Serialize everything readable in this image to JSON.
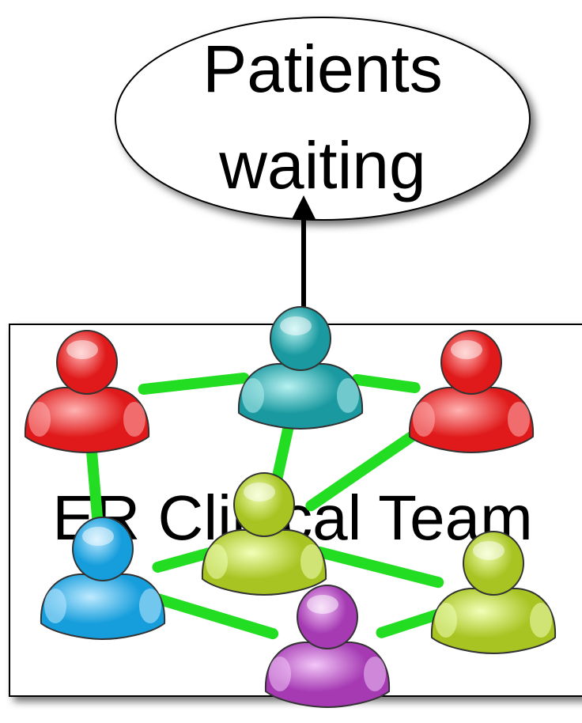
{
  "bubble": {
    "line1": "Patients",
    "line2": "waiting"
  },
  "team_box": {
    "label": "ER Clinical Team"
  },
  "people": [
    {
      "id": "red-left",
      "color": "#e01a1a",
      "light": "#ffb3b3"
    },
    {
      "id": "teal-top",
      "color": "#1a9aa0",
      "light": "#b8f1f1"
    },
    {
      "id": "red-right",
      "color": "#e01a1a",
      "light": "#ffb3b3"
    },
    {
      "id": "green-center",
      "color": "#a7c422",
      "light": "#f1ffb8"
    },
    {
      "id": "blue-left",
      "color": "#159ddc",
      "light": "#bfeaff"
    },
    {
      "id": "green-right",
      "color": "#a7c422",
      "light": "#f1ffb8"
    },
    {
      "id": "purple-bottom",
      "color": "#a53ab3",
      "light": "#f3c7f8"
    }
  ],
  "link_color": "#22dd22",
  "links": [
    [
      "red-left",
      "teal-top"
    ],
    [
      "teal-top",
      "red-right"
    ],
    [
      "red-left",
      "blue-left"
    ],
    [
      "teal-top",
      "green-center"
    ],
    [
      "red-right",
      "green-center"
    ],
    [
      "green-center",
      "blue-left"
    ],
    [
      "green-center",
      "green-right"
    ],
    [
      "blue-left",
      "purple-bottom"
    ],
    [
      "purple-bottom",
      "green-right"
    ]
  ]
}
